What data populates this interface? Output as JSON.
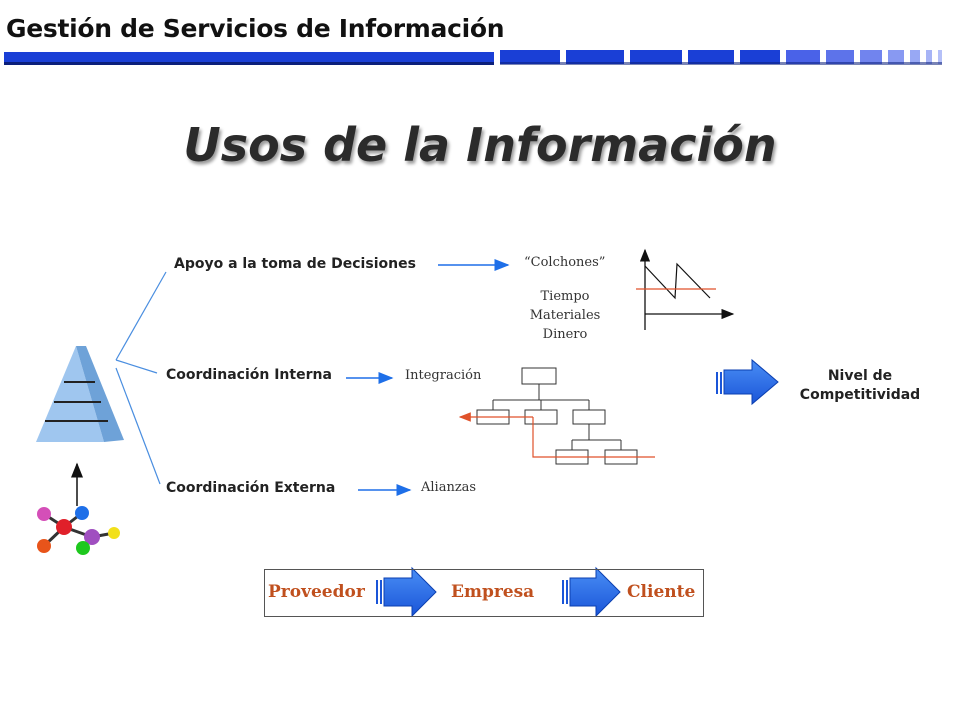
{
  "header": {
    "title": "Gestión de Servicios de Información"
  },
  "main_title": "Usos de la Información",
  "branches": {
    "decisions": {
      "label": "Apoyo a la toma de Decisiones",
      "target": "“Colchones”",
      "items": [
        "Tiempo",
        "Materiales",
        "Dinero"
      ]
    },
    "internal": {
      "label": "Coordinación Interna",
      "target": "Integración"
    },
    "external": {
      "label": "Coordinación Externa",
      "target": "Alianzas"
    }
  },
  "result": {
    "line1": "Nivel de",
    "line2": "Competitividad"
  },
  "flow": {
    "supplier": "Proveedor",
    "company": "Empresa",
    "customer": "Cliente"
  },
  "colors": {
    "accent_blue": "#1a3fd6",
    "arrow_blue": "#1e6fe8",
    "flow_text": "#c0501e",
    "org_red": "#e0522a"
  }
}
